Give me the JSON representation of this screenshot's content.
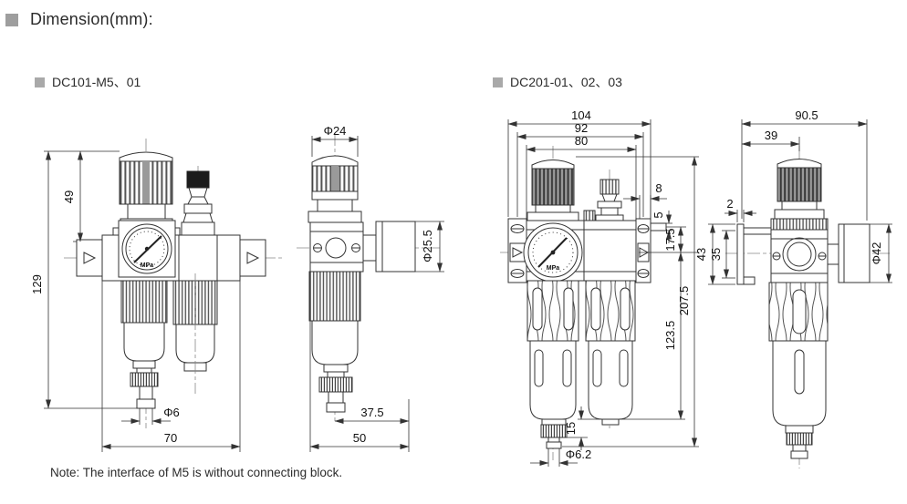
{
  "page": {
    "title": "Dimension(mm):",
    "note": "Note: The interface of M5 is without connecting block.",
    "accent_gray": "#9e9e9e",
    "line_color": "#333333"
  },
  "sections": {
    "left": {
      "label": "DC101-M5、01"
    },
    "right": {
      "label": "DC201-01、02、03"
    }
  },
  "dc101_front": {
    "gauge_label": "MPa",
    "dims": {
      "total_height": "129",
      "upper_height": "49",
      "drain_dia": "Φ6",
      "body_width": "70"
    }
  },
  "dc101_side": {
    "dims": {
      "knob_dia": "Φ24",
      "gauge_dia": "Φ25.5",
      "center_to_back": "37.5",
      "depth": "50"
    }
  },
  "dc201_front": {
    "gauge_label": "MPa",
    "dims": {
      "mount_width": "104",
      "hole_span": "92",
      "body_width": "80",
      "port_offset_h": "8",
      "port_offset_v": "5",
      "port_to_center": "17.5",
      "total_height": "207.5",
      "center_to_bowl": "123.5",
      "drain_height": "15",
      "drain_dia": "Φ6.2"
    }
  },
  "dc201_side": {
    "dims": {
      "depth_total": "90.5",
      "knob_offset": "39",
      "bracket_thickness": "2",
      "bracket_height": "43",
      "bracket_hole_span": "35",
      "gauge_dia": "Φ42"
    }
  }
}
